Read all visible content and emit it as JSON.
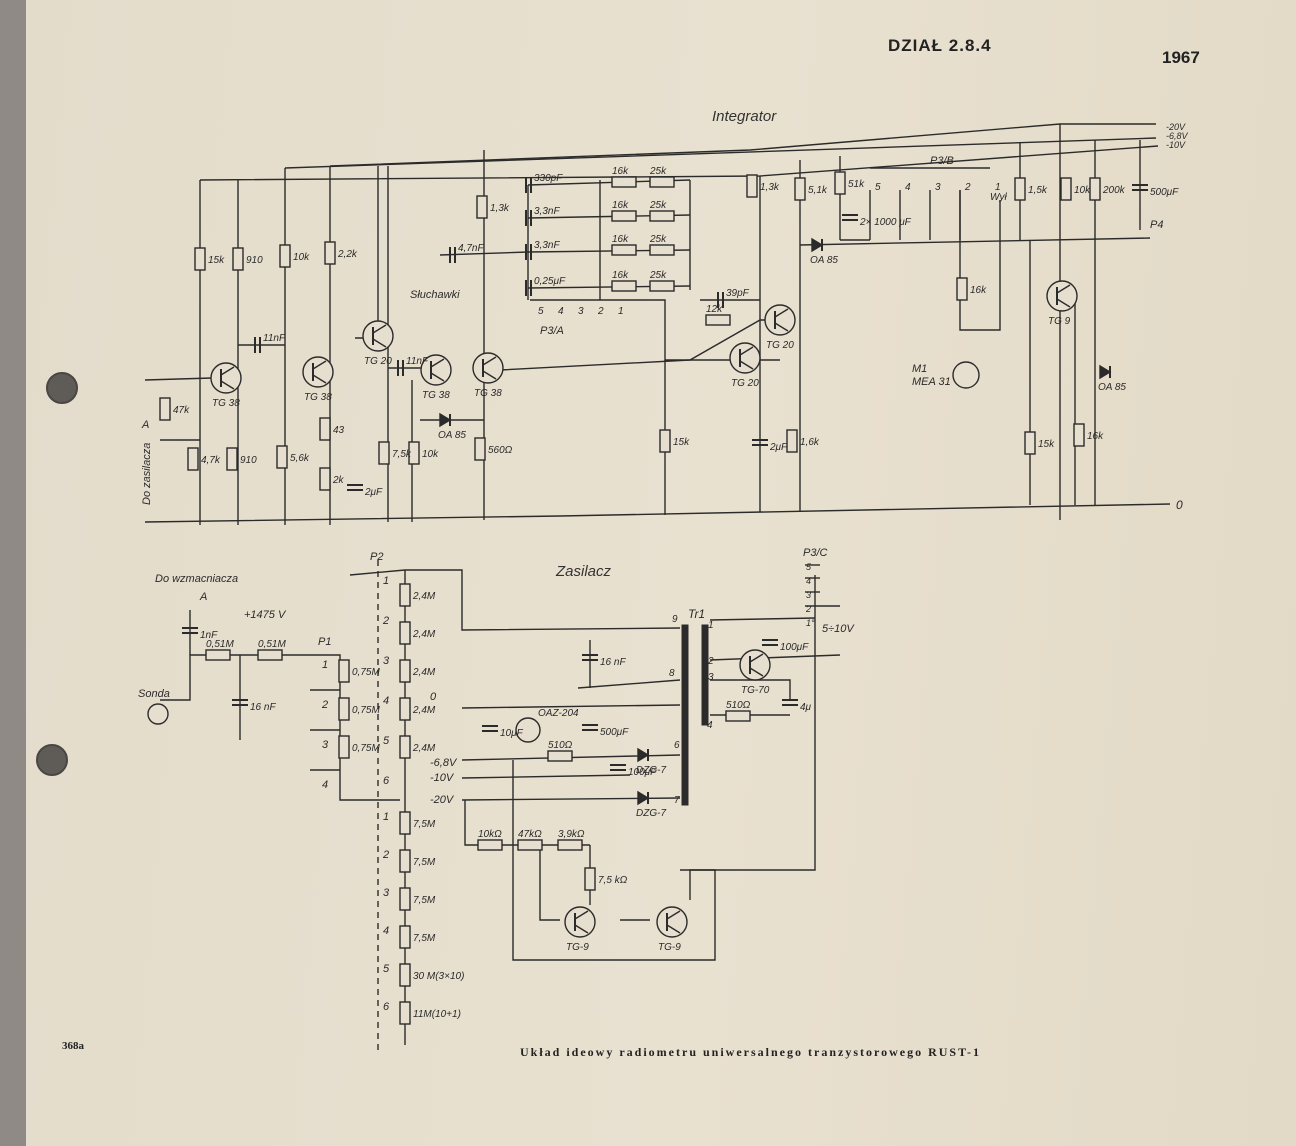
{
  "header": {
    "section": "DZIAŁ 2.8.4",
    "year": "1967",
    "page_number": "368a"
  },
  "caption": "Układ ideowy radiometru uniwersalnego tranzystorowego RUST-1",
  "sections": {
    "integrator": "Integrator",
    "power_supply": "Zasilacz"
  },
  "supply_rails": [
    "-20V",
    "-6,8V",
    "-10V"
  ],
  "ground_terminal": "0",
  "integrator_labels": {
    "resistors": [
      "15k",
      "910",
      "10k",
      "2,2k",
      "47k",
      "4,7k",
      "910",
      "5,6k",
      "43",
      "2k",
      "7,5k",
      "10k",
      "560Ω",
      "1,3k",
      "16k",
      "16k",
      "16k",
      "16k",
      "25k",
      "25k",
      "25k",
      "25k",
      "12k",
      "15k",
      "1,3k",
      "1,6k",
      "5,1k",
      "51k",
      "16k",
      "1,5k",
      "10k",
      "200k",
      "15k",
      "16k"
    ],
    "capacitors": [
      "11nF",
      "11nF",
      "4,7nF",
      "330pF",
      "3,3nF",
      "3,3nF",
      "0,25μF",
      "39pF",
      "2μF",
      "2μF",
      "2× 1000 μF",
      "500μF"
    ],
    "transistors": [
      "TG 38",
      "TG 38",
      "TG 20",
      "TG 38",
      "TG 38",
      "TG 20",
      "TG 20",
      "TG 9"
    ],
    "diodes": [
      "OA 85",
      "OA 85",
      "OA 85"
    ],
    "switch_positions_a": [
      "5",
      "4",
      "3",
      "2",
      "1"
    ],
    "switch_positions_b": [
      "5",
      "4",
      "3",
      "2",
      "1"
    ],
    "switches": [
      "P3/A",
      "P3/B",
      "P4"
    ],
    "switch_off": "Wył",
    "meter": "M1 MEA 31",
    "headphones": "Słuchawki",
    "to_supply": "Do zasilacza",
    "to_supply_point": "A"
  },
  "supply_labels": {
    "to_amplifier": "Do wzmacniacza",
    "amplifier_point": "A",
    "probe": "Sonda",
    "voltage": "+1475 V",
    "input_cap": "1nF",
    "r_051a": "0,51M",
    "r_051b": "0,51M",
    "c16a": "16 nF",
    "c16b": "16 nF",
    "switch_p1": "P1",
    "switch_p2": "P2",
    "switch_p3c": "P3/C",
    "p1_positions": [
      "1",
      "2",
      "3",
      "4"
    ],
    "p2_positions": [
      "1",
      "2",
      "3",
      "4",
      "5",
      "6",
      "1",
      "2",
      "3",
      "4",
      "5",
      "6"
    ],
    "p3c_positions": [
      "5",
      "4",
      "3",
      "2",
      "1°"
    ],
    "divider_075": [
      "0,75M",
      "0,75M",
      "0,75M"
    ],
    "upper_chain": [
      "2,4M",
      "2,4M",
      "2,4M",
      "2,4M",
      "2,4M"
    ],
    "lower_chain": [
      "7,5M",
      "7,5M",
      "7,5M",
      "7,5M",
      "30 M(3×10)",
      "11M(10+1)"
    ],
    "transformer": "Tr1",
    "transformer_pins": [
      "9",
      "8",
      "6",
      "7",
      "1",
      "2",
      "3",
      "4"
    ],
    "outputs": [
      "0",
      "-6,8V",
      "-10V",
      "-20V"
    ],
    "reg_diode": "OAZ-204",
    "c10": "10μF",
    "c500": "500μF",
    "c100": "100μF",
    "c100b": "100μF",
    "c4": "4μ",
    "r510a": "510Ω",
    "r510b": "510Ω",
    "dzg1": "DZG-7",
    "dzg2": "DZG-7",
    "osc_transistor": "TG-70",
    "battery": "5÷10V",
    "r10k": "10kΩ",
    "r47k": "47kΩ",
    "r39k": "3,9kΩ",
    "r75k": "7,5 kΩ",
    "tg9a": "TG-9",
    "tg9b": "TG-9"
  },
  "colors": {
    "ink": "#2b2b2b",
    "paper": "#e6dece",
    "background": "#8f8a86"
  }
}
